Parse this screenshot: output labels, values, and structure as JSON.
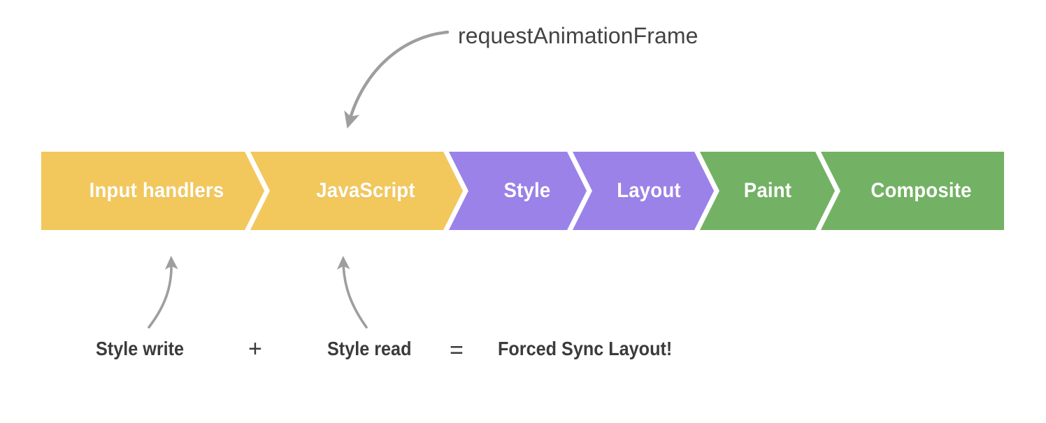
{
  "figure": {
    "title_annotation": "requestAnimationFrame",
    "background_color": "#ffffff",
    "annotation_color": "#434343"
  },
  "pipeline": {
    "name": "browser-rendering-pipeline",
    "colors": {
      "javascript_yellow": "#F2C75C",
      "style_purple": "#9B82E8",
      "paint_green": "#73B264",
      "divider_white": "#ffffff",
      "label_text": "#ffffff"
    },
    "stages": [
      {
        "label": "Input handlers",
        "group": "script",
        "color": "#F2C75C"
      },
      {
        "label": "JavaScript",
        "group": "script",
        "color": "#F2C75C"
      },
      {
        "label": "Style",
        "group": "layout",
        "color": "#9B82E8"
      },
      {
        "label": "Layout",
        "group": "layout",
        "color": "#9B82E8"
      },
      {
        "label": "Paint",
        "group": "raster",
        "color": "#73B264"
      },
      {
        "label": "Composite",
        "group": "raster",
        "color": "#73B264"
      }
    ]
  },
  "annotations": {
    "raf_arrow": {
      "name": "requestAnimationFrame-arrow",
      "points_to": "JavaScript",
      "color": "#9e9e9e"
    },
    "style_write_arrow": {
      "name": "style-write-arrow",
      "points_to": "Input handlers",
      "color": "#9e9e9e"
    },
    "style_read_arrow": {
      "name": "style-read-arrow",
      "points_to": "JavaScript",
      "color": "#9e9e9e"
    }
  },
  "caption": {
    "term_one": "Style write",
    "plus": "+",
    "term_two": "Style read",
    "equals": "=",
    "result": "Forced Sync Layout!",
    "text_color": "#3b3b3b"
  }
}
